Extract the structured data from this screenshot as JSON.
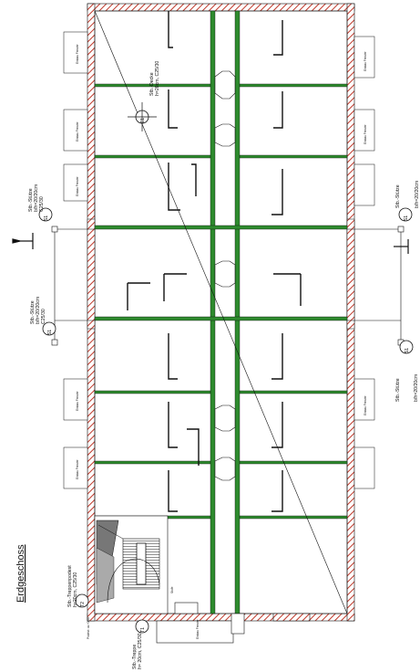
{
  "title": "Erdgeschoss",
  "colors": {
    "wall_hatch": "#c0392b",
    "green_wall": "#2e8b2e",
    "line": "#111111"
  },
  "labels": {
    "stuetze_top_left": [
      "Stb.-Stütze",
      "b/h=20/20cm",
      "C25/30"
    ],
    "stuetze_mid_left": [
      "Stb.-Stütze",
      "b/h=20/20cm",
      "C25/30"
    ],
    "stuetze_top_right": [
      "Stb.-Stütze",
      "b/h=20/20cm"
    ],
    "stuetze_bottom_right": [
      "Stb.-Stütze",
      "b/h=20/20cm"
    ],
    "decke": [
      "Stb.-Decke",
      "h=20cm, C25/30"
    ],
    "treppenpodest": [
      "Stb.-Treppenpodest",
      "h=20cm, C25/30"
    ],
    "treppe": [
      "Stb.-Treppe",
      "h= 20cm, C25/30"
    ]
  },
  "markers": {
    "s1": "S1",
    "t1": "T1",
    "t2": "T2",
    "e1": "E1"
  },
  "stair_note": "Podest: ca.+0.50",
  "window_note": "Einbau Fenster",
  "stair_label": "Stufe",
  "beam_labels": [
    "Einbau Fenster",
    "Einbau Fenster",
    "Einbau Fenster",
    "Einbau Fenster",
    "Einbau Fenster",
    "Einbau Fenster",
    "Einbau Fenster",
    "Einbau Fenster"
  ]
}
